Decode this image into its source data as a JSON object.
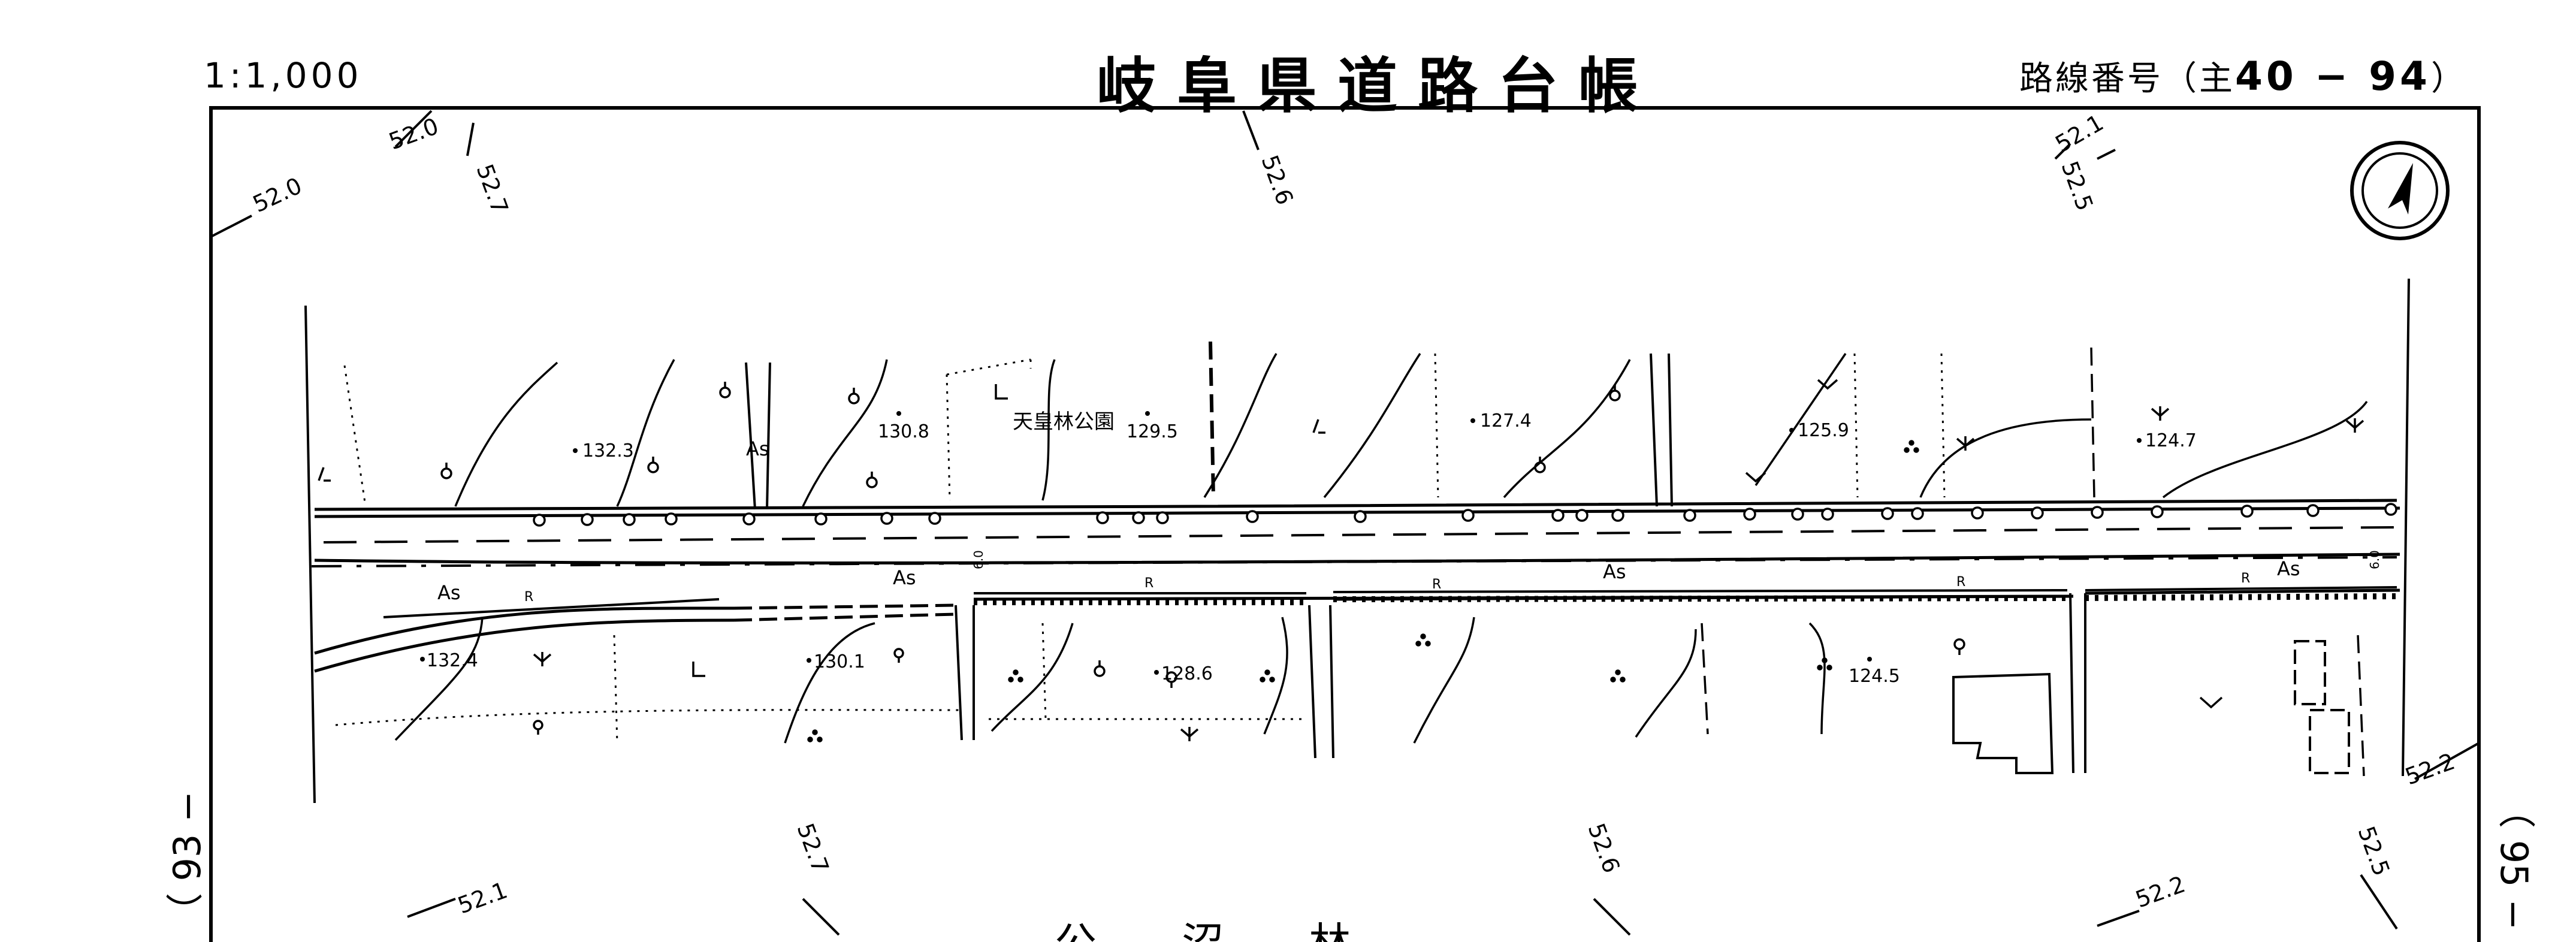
{
  "header": {
    "scale": "1:1,000",
    "title": "岐阜県道路台帳",
    "route_label": "路線番号（主",
    "route_number": "40 − 94",
    "route_close": "）"
  },
  "adjacent_sheets": {
    "left": "（ 93 −",
    "right": "（ 95 −"
  },
  "park_label": "天皇林公園",
  "road_surface": "As",
  "retaining_wall": "R",
  "elevations": [
    "132.3",
    "130.8",
    "129.5",
    "127.4",
    "125.9",
    "124.7",
    "132.4",
    "130.1",
    "128.6",
    "124.5"
  ],
  "contours": [
    "52.0",
    "52.0",
    "52.7",
    "52.6",
    "52.1",
    "52.5",
    "52.1",
    "52.7",
    "52.6",
    "52.2",
    "52.5",
    "52.2"
  ],
  "width_marks": [
    "6.0",
    "6.0"
  ],
  "bottom_text": "公  沼  林",
  "icons": [
    "north-arrow-icon",
    "deciduous-tree-icon",
    "orchard-icon",
    "field-icon",
    "rice-field-icon",
    "wasteland-icon",
    "mulberry-icon",
    "grass-icon"
  ],
  "colors": {
    "ink": "#000000",
    "paper": "#ffffff"
  }
}
